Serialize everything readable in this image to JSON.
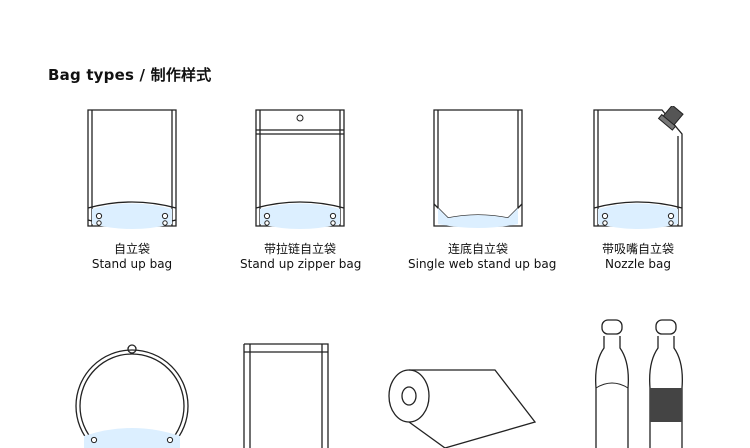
{
  "heading": "Bag types / 制作样式",
  "bag_types": [
    {
      "cn": "自立袋",
      "en": "Stand up bag",
      "icon": "stand-up-bag-icon"
    },
    {
      "cn": "带拉链自立袋",
      "en": "Stand up zipper bag",
      "icon": "stand-up-zipper-bag-icon"
    },
    {
      "cn": "连底自立袋",
      "en": "Single web stand up bag",
      "icon": "single-web-stand-up-bag-icon"
    },
    {
      "cn": "带吸嘴自立袋",
      "en": "Nozzle bag",
      "icon": "nozzle-bag-icon"
    }
  ],
  "lower_row_icons": [
    "round-bag-icon",
    "flat-pouch-icon",
    "film-roll-icon",
    "shaped-bottle-bag-icon"
  ]
}
